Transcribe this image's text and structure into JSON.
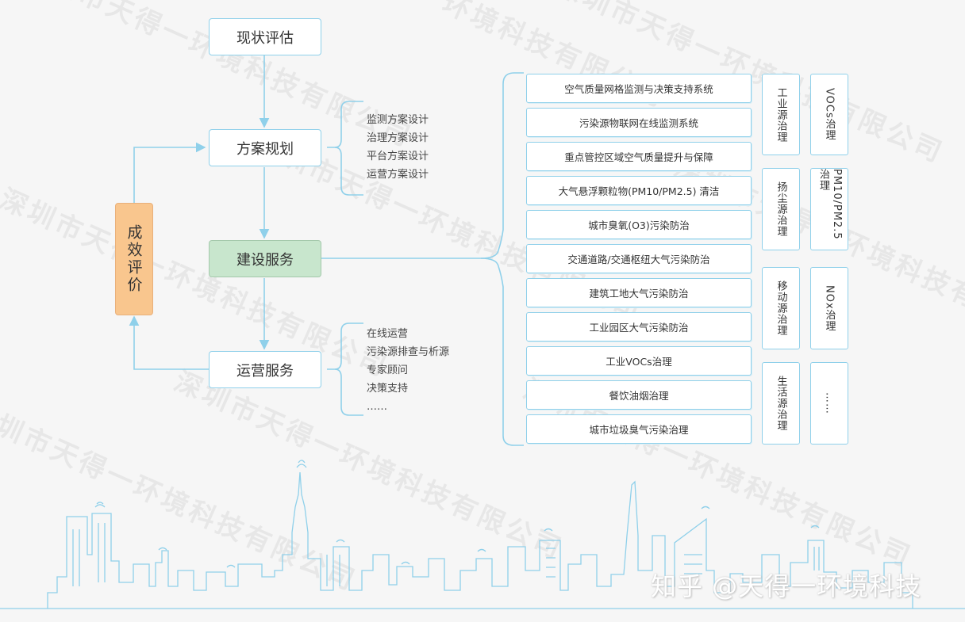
{
  "watermark_text": "深圳市天得一环境科技有限公司",
  "flow": {
    "status_eval": "现状评估",
    "planning": "方案规划",
    "construction": "建设服务",
    "operation": "运营服务",
    "effect_eval": "成效评价"
  },
  "planning_items": [
    "监测方案设计",
    "治理方案设计",
    "平台方案设计",
    "运营方案设计"
  ],
  "operation_items": [
    "在线运营",
    "污染源排查与析源",
    "专家顾问",
    "决策支持",
    "……"
  ],
  "construction_items": [
    "空气质量网格监测与决策支持系统",
    "污染源物联网在线监测系统",
    "重点管控区域空气质量提升与保障",
    "大气悬浮颗粒物(PM10/PM2.5) 清洁",
    "城市臭氧(O3)污染防治",
    "交通道路/交通枢纽大气污染防治",
    "建筑工地大气污染防治",
    "工业园区大气污染防治",
    "工业VOCs治理",
    "餐饮油烟治理",
    "城市垃圾臭气污染治理"
  ],
  "source_categories": [
    "工业源治理",
    "扬尘源治理",
    "移动源治理",
    "生活源治理"
  ],
  "pollutant_categories": [
    "VOCs治理",
    "PM10/PM2.5治理",
    "NOx治理",
    "……"
  ],
  "footer_watermark": "知乎 @天得一环境科技",
  "colors": {
    "line": "#8fd0ea",
    "build_fill": "#c8e6cd",
    "eval_fill": "#f9c68e",
    "skyline": "#8fd0ea"
  }
}
